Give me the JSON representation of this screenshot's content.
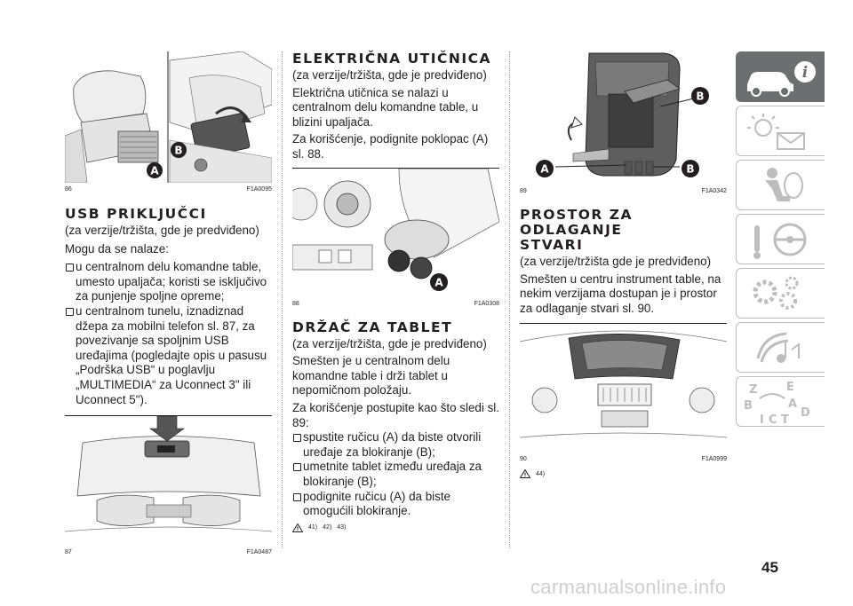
{
  "figures": {
    "f86": {
      "num": "86",
      "code": "F1A0095",
      "labels": [
        "A",
        "B"
      ]
    },
    "f87": {
      "num": "87",
      "code": "F1A0487"
    },
    "f88": {
      "num": "88",
      "code": "F1A0308",
      "labels": [
        "A"
      ]
    },
    "f89": {
      "num": "89",
      "code": "F1A0342",
      "labels": [
        "B",
        "A",
        "B"
      ]
    },
    "f90": {
      "num": "90",
      "code": "F1A0999"
    }
  },
  "usb": {
    "title": "USB PRIKLJUČCI",
    "p1": "(za verzije/tržišta, gde je predviđeno)",
    "p2": "Mogu da se nalaze:",
    "b1": "u centralnom delu komandne table, umesto upaljača; koristi se isključivo za punjenje spoljne opreme;",
    "b2": "u centralnom tunelu, iznadiznad džepa za mobilni telefon sl. 87, za povezivanje sa spoljnim USB uređajima (pogledajte opis u pasusu „Podrška USB“ u poglavlju „MULTIMEDIA“ za Uconnect 3\" ili Uconnect 5\")."
  },
  "socket": {
    "title": "ELEKTRIČNA UTIČNICA",
    "p1": "(za verzije/tržišta, gde je predviđeno)",
    "p2": "Električna utičnica se nalazi u centralnom delu komandne table, u blizini upaljača.",
    "p3": "Za korišćenje, podignite poklopac (A) sl. 88."
  },
  "tablet": {
    "title": "DRŽAČ ZA TABLET",
    "p1": "(za verzije/tržišta, gde je predviđeno)",
    "p2": "Smešten je u centralnom delu komandne table i drži tablet u nepomičnom položaju.",
    "p3": "Za korišćenje postupite kao što sledi sl. 89:",
    "b1": "spustite ručicu (A) da biste otvorili uređaje za blokiranje (B);",
    "b2": "umetnite tablet između uređaja za blokiranje (B);",
    "b3": "podignite ručicu (A) da biste omogućili blokiranje.",
    "refs": [
      "41)",
      "42)",
      "43)"
    ]
  },
  "storage": {
    "title": "PROSTOR ZA ODLAGANJE STVARI",
    "p1": "(za verzije/tržišta gde je predviđeno)",
    "p2": "Smešten u centru instrument table, na nekim verzijama dostupan je i prostor za odlaganje stvari sl. 90.",
    "refs": [
      "44)"
    ]
  },
  "sidebar": {
    "tabs": [
      {
        "icon": "car-info-icon",
        "active": true
      },
      {
        "icon": "warning-lights-icon",
        "active": false
      },
      {
        "icon": "airbag-icon",
        "active": false
      },
      {
        "icon": "steering-key-icon",
        "active": false
      },
      {
        "icon": "gears-icon",
        "active": false
      },
      {
        "icon": "music-nav-icon",
        "active": false
      },
      {
        "icon": "alphabet-index-icon",
        "active": false
      }
    ],
    "index_letters": [
      "Z",
      "E",
      "B",
      "A",
      "I",
      "C",
      "T",
      "D"
    ]
  },
  "page_number": "45",
  "watermark": "carmanualsonline.info"
}
